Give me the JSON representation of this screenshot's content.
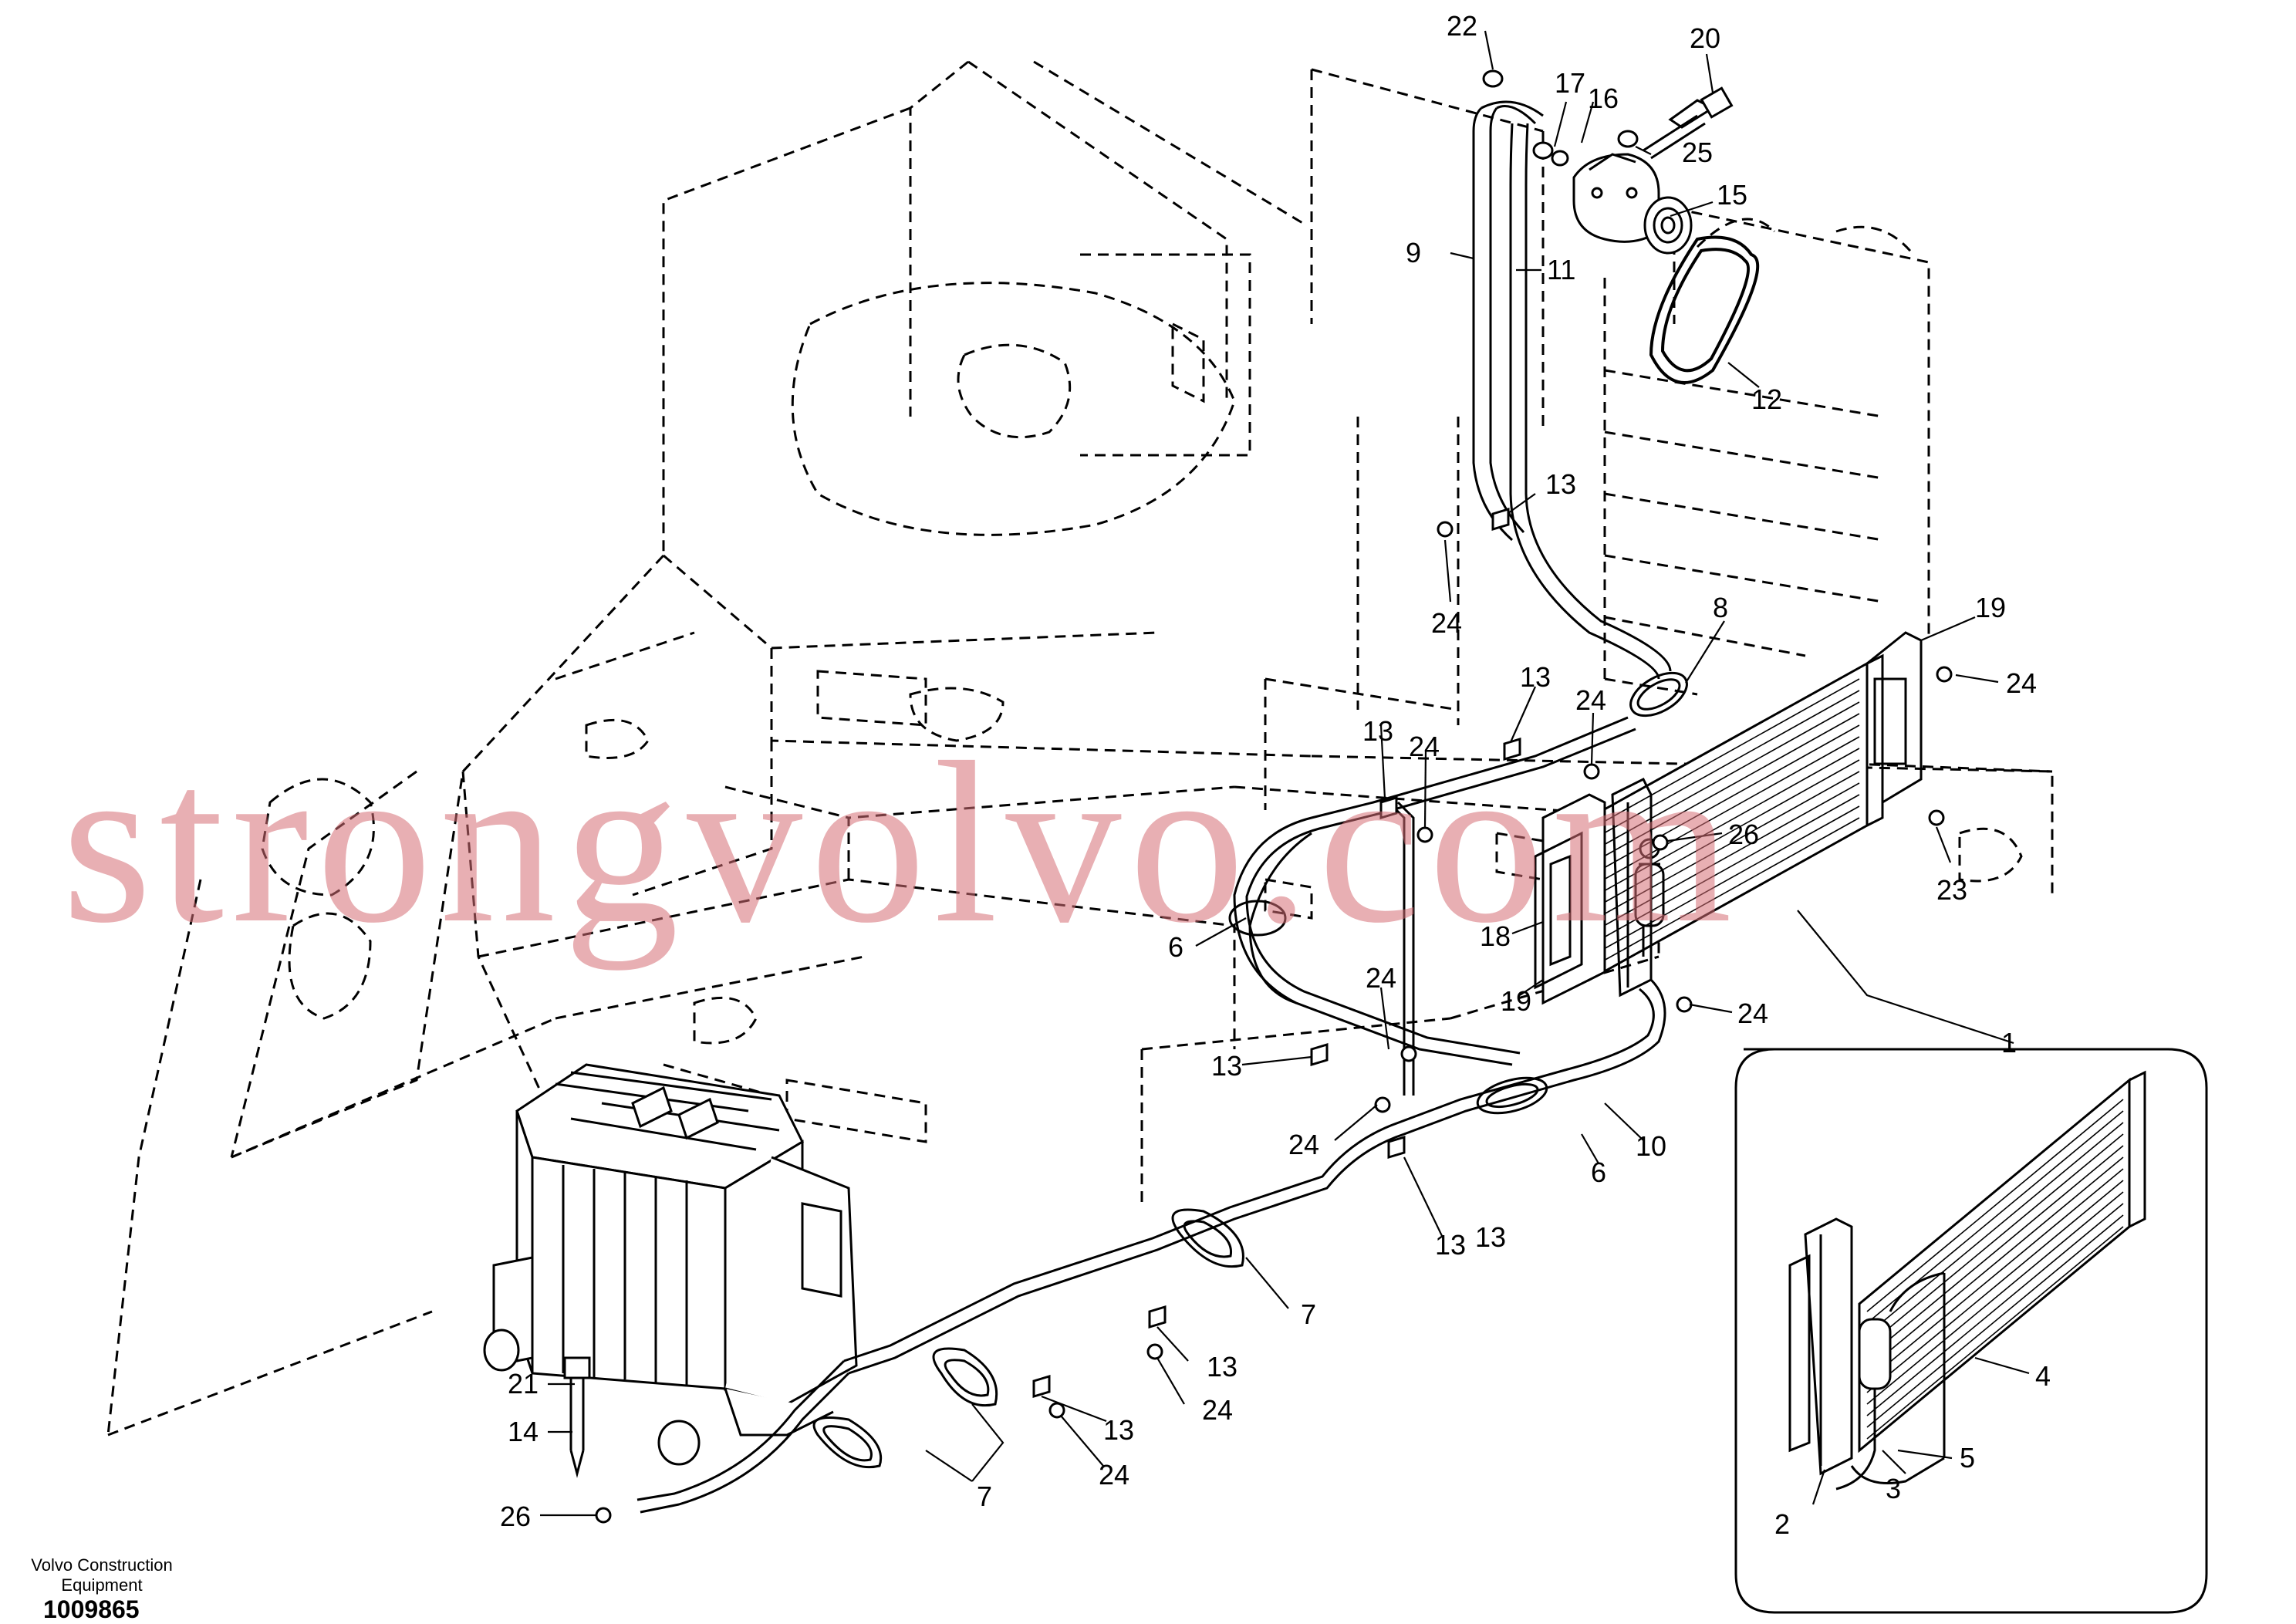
{
  "callouts": {
    "c1": "1",
    "c2": "2",
    "c3": "3",
    "c4": "4",
    "c5": "5",
    "c6a": "6",
    "c6b": "6",
    "c7a": "7",
    "c7b": "7",
    "c8": "8",
    "c9": "9",
    "c10": "10",
    "c11": "11",
    "c12": "12",
    "c13a": "13",
    "c13b": "13",
    "c13c": "13",
    "c13d": "13",
    "c13e": "13",
    "c13f": "13",
    "c13g": "13",
    "c13h": "13",
    "c14": "14",
    "c15": "15",
    "c16": "16",
    "c17": "17",
    "c18": "18",
    "c19a": "19",
    "c19b": "19",
    "c20": "20",
    "c21": "21",
    "c22": "22",
    "c23": "23",
    "c24a": "24",
    "c24b": "24",
    "c24c": "24",
    "c24d": "24",
    "c24e": "24",
    "c24f": "24",
    "c24g": "24",
    "c24h": "24",
    "c24i": "24",
    "c25": "25",
    "c26a": "26",
    "c26b": "26"
  },
  "watermark": "strongvolvo.com",
  "footer": {
    "company": "Volvo Construction Equipment",
    "drawing_number": "1009865"
  }
}
